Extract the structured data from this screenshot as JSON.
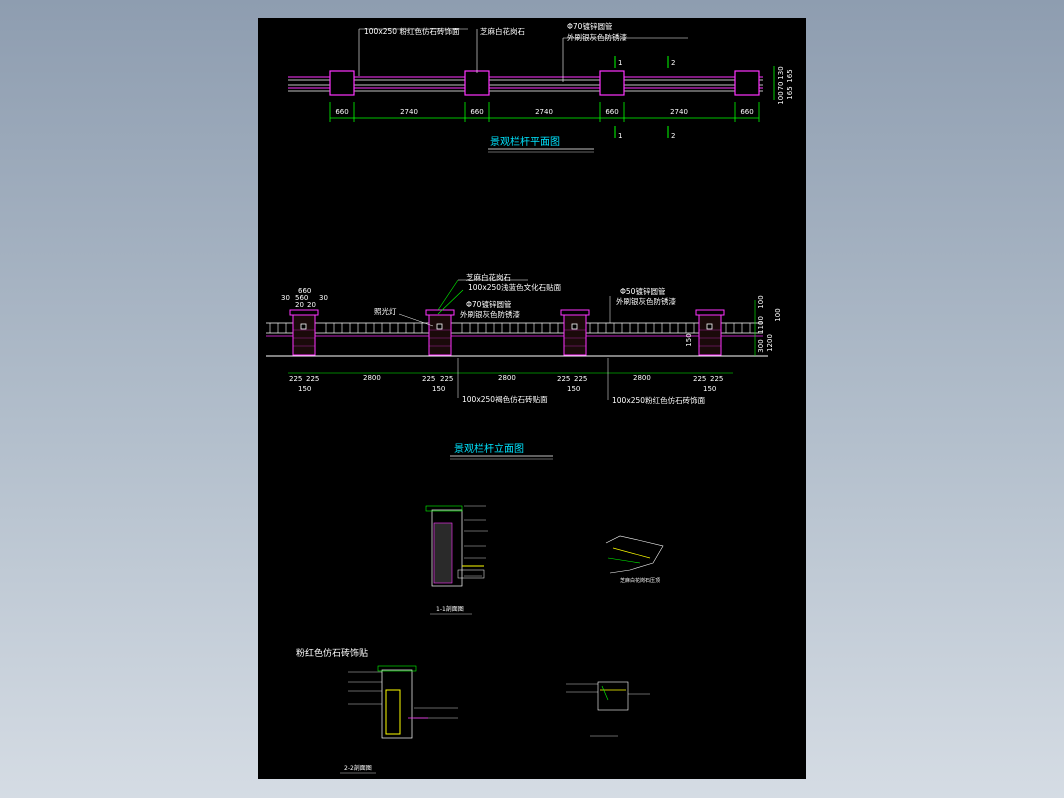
{
  "drawing": {
    "colors": {
      "background": "#000000",
      "outline": "#ff33ff",
      "line": "#ffffff",
      "dimension": "#00ff00",
      "title": "#00e5ff",
      "highlight": "#ffff00"
    },
    "plan": {
      "title": "景观栏杆平面图",
      "note_post_face": "100x250 粉红色仿石砖饰面",
      "note_post_cap": "芝麻白花岗石",
      "note_pipe_a": "Φ70镀锌圆管",
      "note_pipe_b": "外刷银灰色防锈漆",
      "section_1": "1",
      "section_2": "2",
      "dims": [
        "660",
        "2740",
        "660",
        "2740",
        "660",
        "2740",
        "660"
      ],
      "right_dims": [
        "130",
        "70",
        "100",
        "165",
        "165"
      ]
    },
    "elevation": {
      "title": "景观栏杆立面图",
      "cap_dims": [
        "660",
        "30",
        "560",
        "30",
        "20",
        "20"
      ],
      "label_light": "照光灯",
      "label_cap": "芝麻白花岗石",
      "label_culture": "100x250浅蓝色文化石贴面",
      "label_pipe70": "Φ70镀锌圆管",
      "label_paint": "外刷银灰色防锈漆",
      "label_pipe50": "Φ50镀锌圆管",
      "label_bottom1": "100x250褐色仿石砖贴面",
      "label_bottom2": "100x250粉红色仿石砖饰面",
      "side_dims": [
        "100",
        "100",
        "1100",
        "300",
        "1200",
        "150"
      ],
      "bottom_dims": [
        "225",
        "225",
        "150",
        "2800",
        "225",
        "225",
        "150",
        "2800",
        "225",
        "225",
        "150",
        "2800",
        "225",
        "225",
        "150"
      ]
    },
    "details": {
      "title_pink": "粉红色仿石砖饰贴",
      "section_11": "1-1剖面图",
      "section_22": "2-2剖面图",
      "tiny_note": "芝麻白花岗石压顶"
    }
  }
}
